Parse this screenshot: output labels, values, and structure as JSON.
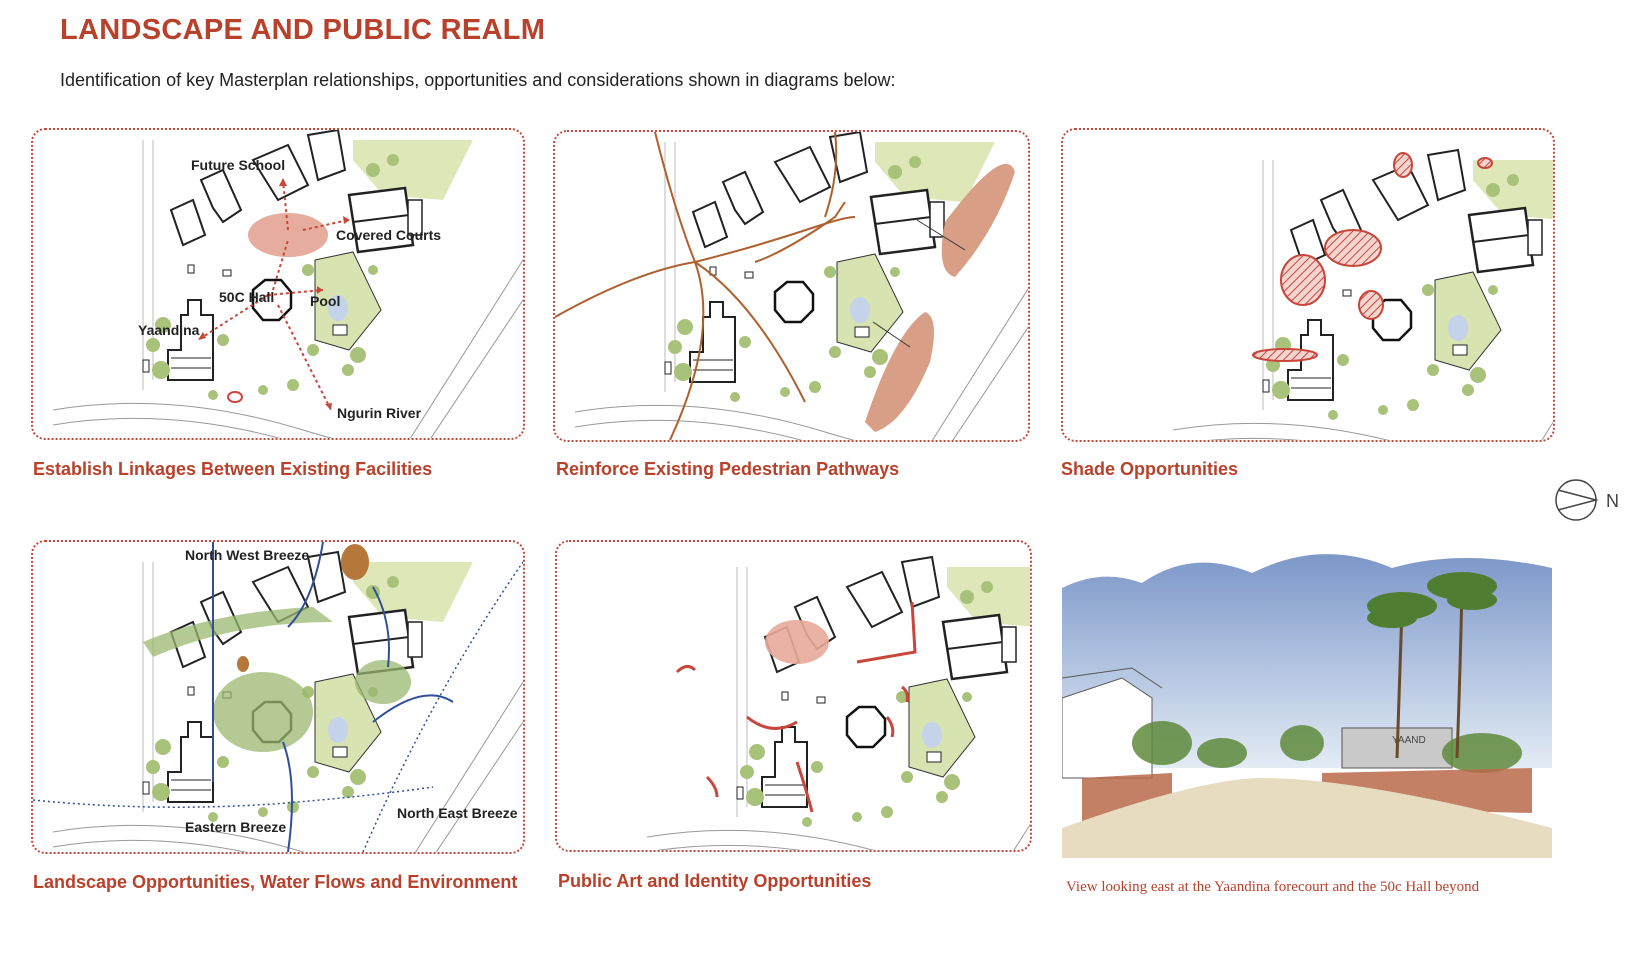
{
  "page": {
    "title": "LANDSCAPE AND PUBLIC REALM",
    "subtitle": "Identification of key Masterplan relationships, opportunities and considerations shown in diagrams below:"
  },
  "panels": [
    {
      "caption": "Establish Linkages Between Existing Facilities",
      "labels": {
        "future_school": "Future School",
        "covered_courts": "Covered Courts",
        "hall": "50C Hall",
        "pool": "Pool",
        "yaandina": "Yaandina",
        "river": "Ngurin River"
      }
    },
    {
      "caption": "Reinforce Existing Pedestrian Pathways"
    },
    {
      "caption": "Shade Opportunities"
    },
    {
      "caption": "Landscape Opportunities, Water Flows and Environment",
      "labels": {
        "nw_breeze": "North West Breeze",
        "eastern_breeze": "Eastern Breeze",
        "ne_breeze": "North East Breeze"
      }
    },
    {
      "caption": "Public Art and Identity Opportunities"
    }
  ],
  "photo": {
    "caption": "View looking east at the Yaandina forecourt and the 50c Hall beyond",
    "sign_text": "YAAND"
  },
  "north_arrow": {
    "label": "N"
  },
  "colors": {
    "accent": "#b8412c",
    "linkage": "#c8463b",
    "pathway": "#b0602f",
    "breeze": "#2f4f9a",
    "vegetation": "#9bb870"
  }
}
